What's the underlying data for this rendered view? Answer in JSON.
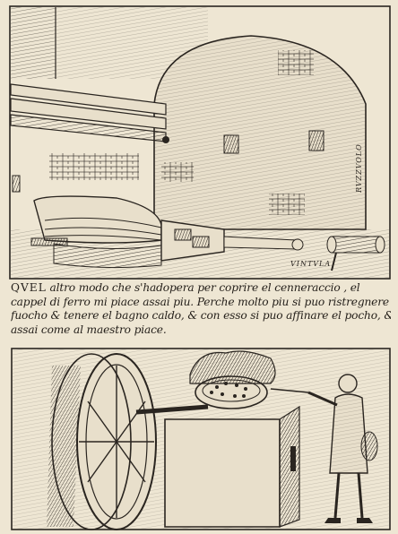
{
  "labels": {
    "vintula": "VINTVLA",
    "ruzzuolo": "RVZZVOLO"
  },
  "caption": {
    "lead": "QVEL",
    "lines": [
      " altro modo che s'hadopera per coprire el cenneraccio , el",
      "cappel di ferro mi piace assai piu. Perche molto piu si puo ristregnere el",
      "fuocho & tenere el bagno caldo, & con esso si puo  affinare el pocho, &",
      "assai come al maestro piace."
    ]
  },
  "colors": {
    "paper": "#eee6d3",
    "ink": "#2a2520"
  }
}
